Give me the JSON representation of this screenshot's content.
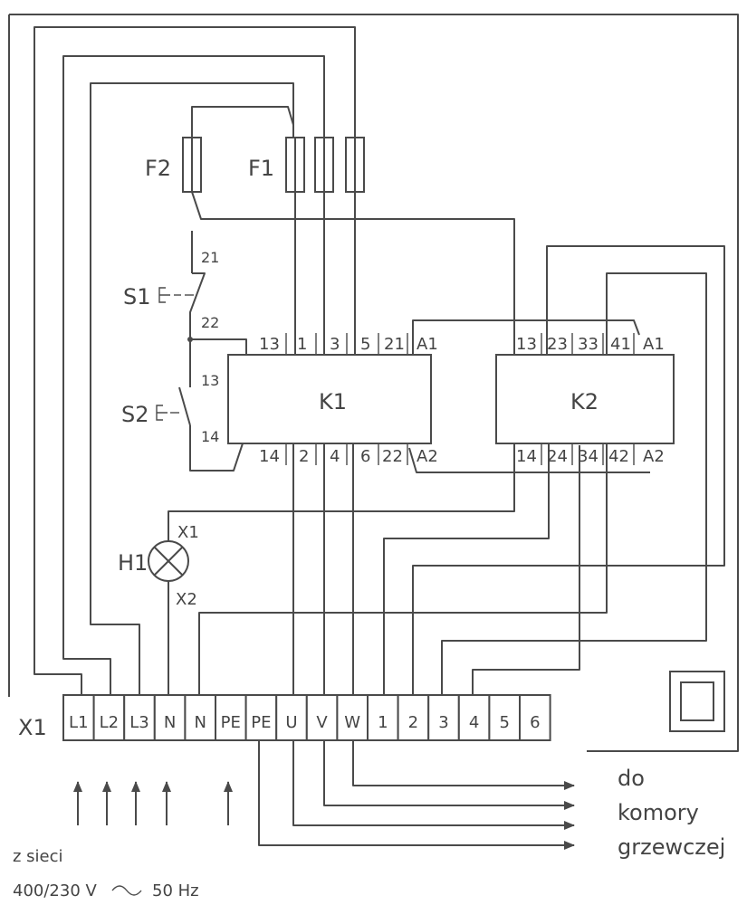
{
  "colors": {
    "line": "#4a4a4a",
    "text": "#444444",
    "background": "#ffffff"
  },
  "components": {
    "F1": "F1",
    "F2": "F2",
    "S1": "S1",
    "S2": "S2",
    "K1": "K1",
    "K2": "K2",
    "H1": "H1",
    "X1": "X1"
  },
  "s1_pins": [
    "21",
    "22"
  ],
  "s2_pins": [
    "13",
    "14"
  ],
  "lamp_pins": [
    "X1",
    "X2"
  ],
  "k1_top": [
    "13",
    "1",
    "3",
    "5",
    "21",
    "A1"
  ],
  "k1_bottom": [
    "14",
    "2",
    "4",
    "6",
    "22",
    "A2"
  ],
  "k2_top": [
    "13",
    "23",
    "33",
    "41",
    "A1"
  ],
  "k2_bottom": [
    "14",
    "24",
    "34",
    "42",
    "A2"
  ],
  "terminals": [
    "L1",
    "L2",
    "L3",
    "N",
    "N",
    "PE",
    "PE",
    "U",
    "V",
    "W",
    "1",
    "2",
    "3",
    "4",
    "5",
    "6"
  ],
  "notes": {
    "output_line1": "do",
    "output_line2": "komory",
    "output_line3": "grzewczej",
    "supply_line1": "z sieci",
    "supply_line2_pre": "400/230 V",
    "supply_line2_post": "50 Hz"
  }
}
